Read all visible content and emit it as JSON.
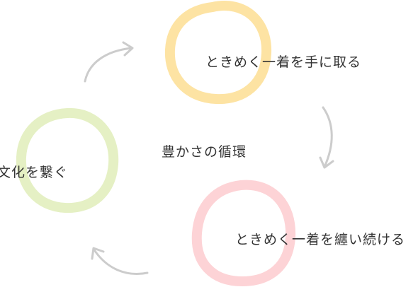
{
  "diagram": {
    "center_label": "豊かさの循環",
    "nodes": [
      {
        "id": "top",
        "label": "ときめく一着を手に取る",
        "color": "#fde3a3"
      },
      {
        "id": "right",
        "label": "ときめく一着を纏い続ける",
        "color": "#fdd3d6"
      },
      {
        "id": "left",
        "label": "文化を繋ぐ",
        "color": "#e5f0c4"
      }
    ],
    "arrow_color": "#cccccc"
  }
}
